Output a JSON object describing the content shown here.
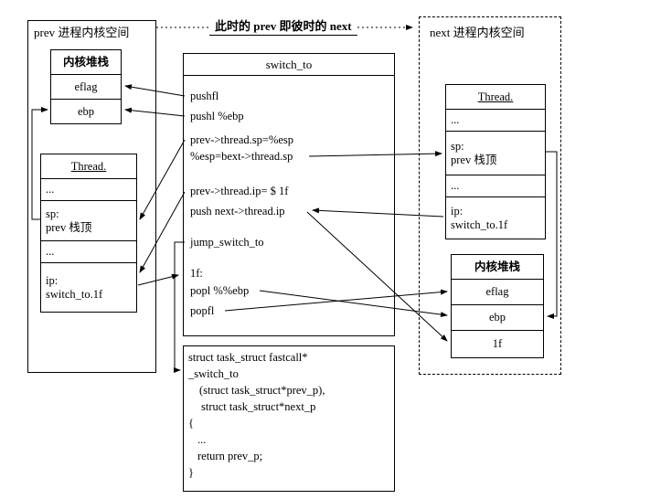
{
  "colors": {
    "line": "#000000",
    "background": "#ffffff"
  },
  "header": {
    "left_label": "prev 进程内核空间",
    "middle_label": "此时的 prev 即彼时的 next",
    "right_label": "next 进程内核空间"
  },
  "prev_space": {
    "kernel_stack": {
      "title": "内核堆栈",
      "cells": [
        "eflag",
        "ebp"
      ]
    },
    "thread": {
      "title": "Thread.",
      "cells": [
        [
          "..."
        ],
        [
          "sp:",
          "prev 栈顶"
        ],
        [
          "..."
        ],
        [
          "ip:",
          "switch_to.1f"
        ]
      ]
    }
  },
  "next_space": {
    "thread": {
      "title": "Thread.",
      "cells": [
        [
          "..."
        ],
        [
          "sp:",
          "prev 栈顶"
        ],
        [
          "..."
        ],
        [
          "ip:",
          "switch_to.1f"
        ]
      ]
    },
    "kernel_stack": {
      "title": "内核堆栈",
      "cells": [
        "eflag",
        "ebp",
        "1f"
      ]
    }
  },
  "switch_to_box": {
    "title": "switch_to",
    "lines": [
      "pushfl",
      "pushl %ebp",
      "prev->thread.sp=%esp",
      "%esp=bext->thread.sp",
      "prev->thread.ip= $ 1f",
      "push next->thread.ip",
      "jump_switch_to",
      "1f:",
      "popl %%ebp",
      "popfl"
    ]
  },
  "switch_to_function_box": {
    "lines": [
      "struct task_struct fastcall*",
      "_switch_to",
      "(struct task_struct*prev_p),",
      "struct task_struct*next_p",
      "{",
      "...",
      "return prev_p;",
      "}"
    ]
  }
}
